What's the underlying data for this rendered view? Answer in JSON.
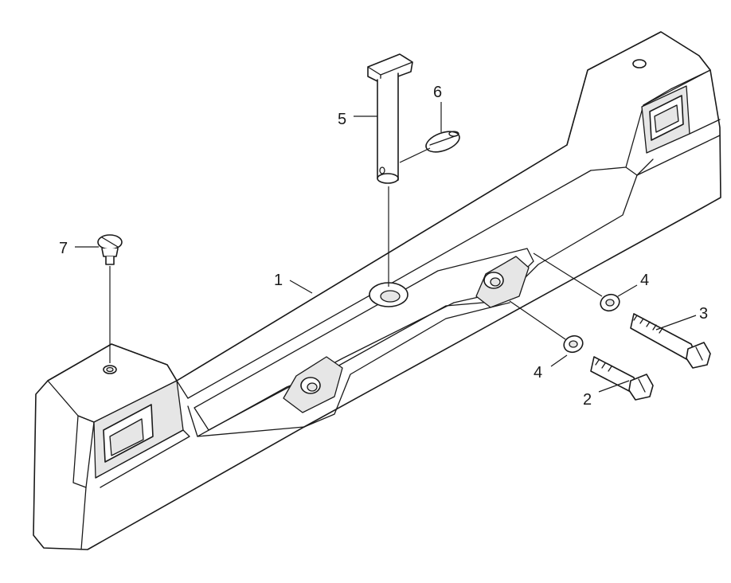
{
  "diagram": {
    "type": "exploded-parts-diagram",
    "callouts": [
      {
        "id": "callout-1",
        "label": "1"
      },
      {
        "id": "callout-2",
        "label": "2"
      },
      {
        "id": "callout-3",
        "label": "3"
      },
      {
        "id": "callout-4a",
        "label": "4"
      },
      {
        "id": "callout-4b",
        "label": "4"
      },
      {
        "id": "callout-5",
        "label": "5"
      },
      {
        "id": "callout-6",
        "label": "6"
      },
      {
        "id": "callout-7",
        "label": "7"
      }
    ]
  }
}
